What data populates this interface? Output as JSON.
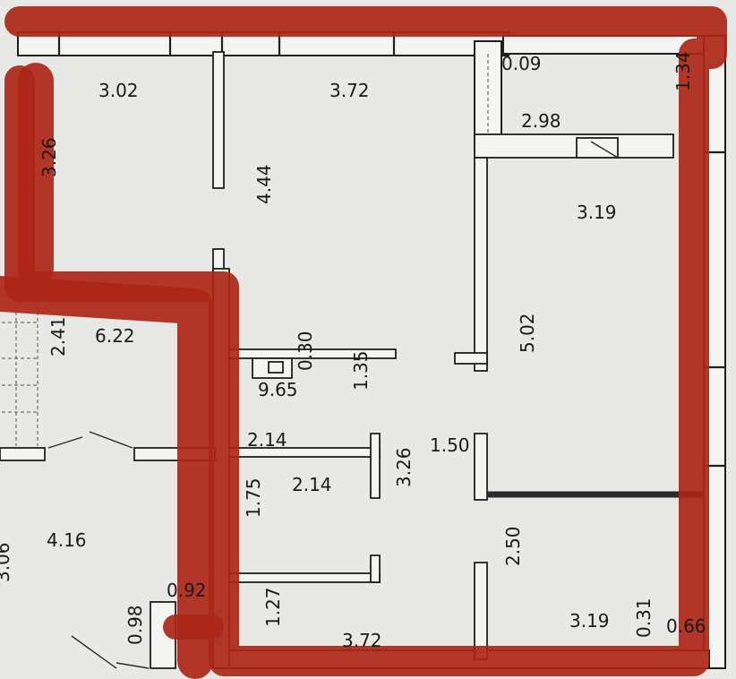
{
  "plan": {
    "dimensions": [
      {
        "label": "3.02",
        "vertical": false
      },
      {
        "label": "3.72",
        "vertical": false
      },
      {
        "label": "3.26",
        "vertical": true
      },
      {
        "label": "4.44",
        "vertical": true
      },
      {
        "label": "0.09",
        "vertical": false
      },
      {
        "label": "2.98",
        "vertical": false
      },
      {
        "label": "1.34",
        "vertical": true
      },
      {
        "label": "3.19",
        "vertical": false
      },
      {
        "label": "6.22",
        "vertical": false
      },
      {
        "label": "2.41",
        "vertical": true
      },
      {
        "label": "9.65",
        "vertical": false
      },
      {
        "label": "0.30",
        "vertical": true
      },
      {
        "label": "1.35",
        "vertical": true
      },
      {
        "label": "5.02",
        "vertical": true
      },
      {
        "label": "2.14",
        "vertical": false
      },
      {
        "label": "1.50",
        "vertical": false
      },
      {
        "label": "2.14",
        "vertical": false
      },
      {
        "label": "3.26",
        "vertical": true
      },
      {
        "label": "1.75",
        "vertical": true
      },
      {
        "label": "4.16",
        "vertical": false
      },
      {
        "label": "3.06",
        "vertical": true
      },
      {
        "label": "2.50",
        "vertical": true
      },
      {
        "label": "0.92",
        "vertical": false
      },
      {
        "label": "1.27",
        "vertical": true
      },
      {
        "label": "3.72",
        "vertical": false
      },
      {
        "label": "3.19",
        "vertical": false
      },
      {
        "label": "0.98",
        "vertical": true
      },
      {
        "label": "0.31",
        "vertical": true
      },
      {
        "label": "0.66",
        "vertical": false
      }
    ],
    "highlight_color": "#ad2617"
  }
}
